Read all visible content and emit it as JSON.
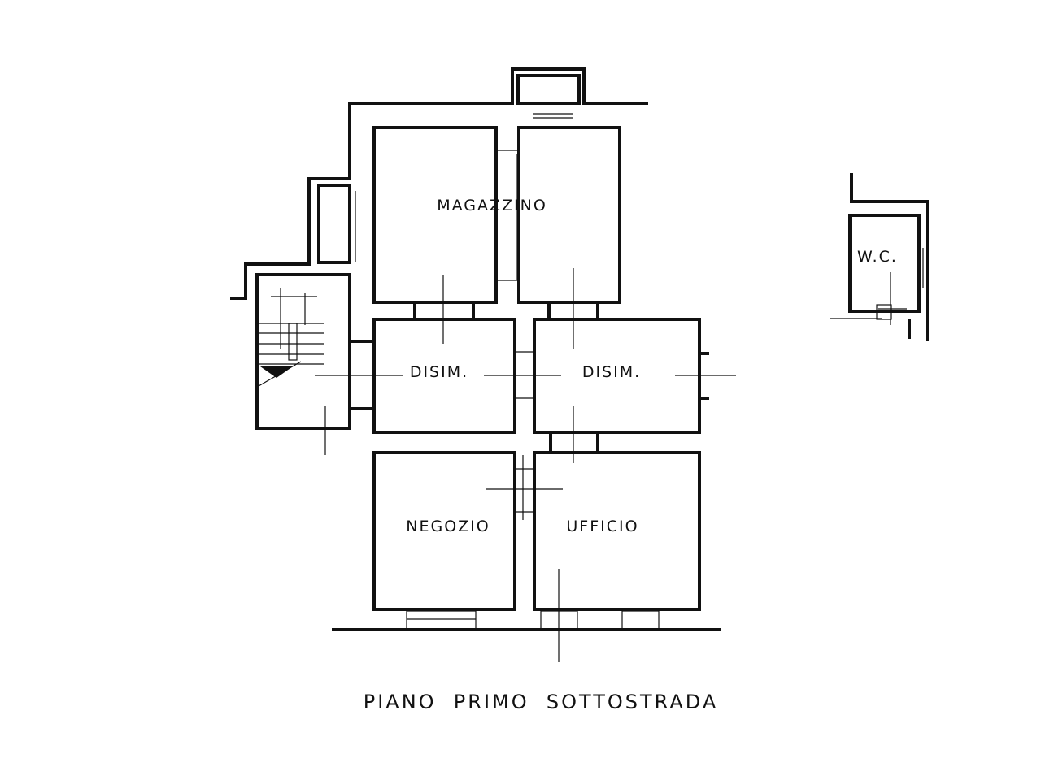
{
  "plan": {
    "title": "PIANO  PRIMO  SOTTOSTRADA",
    "rooms": [
      {
        "id": "magazzino",
        "label": "MAGAZZINO"
      },
      {
        "id": "disim-left",
        "label": "DISIM."
      },
      {
        "id": "disim-right",
        "label": "DISIM."
      },
      {
        "id": "negozio",
        "label": "NEGOZIO"
      },
      {
        "id": "ufficio",
        "label": "UFFICIO"
      },
      {
        "id": "wc",
        "label": "W.C."
      }
    ]
  }
}
